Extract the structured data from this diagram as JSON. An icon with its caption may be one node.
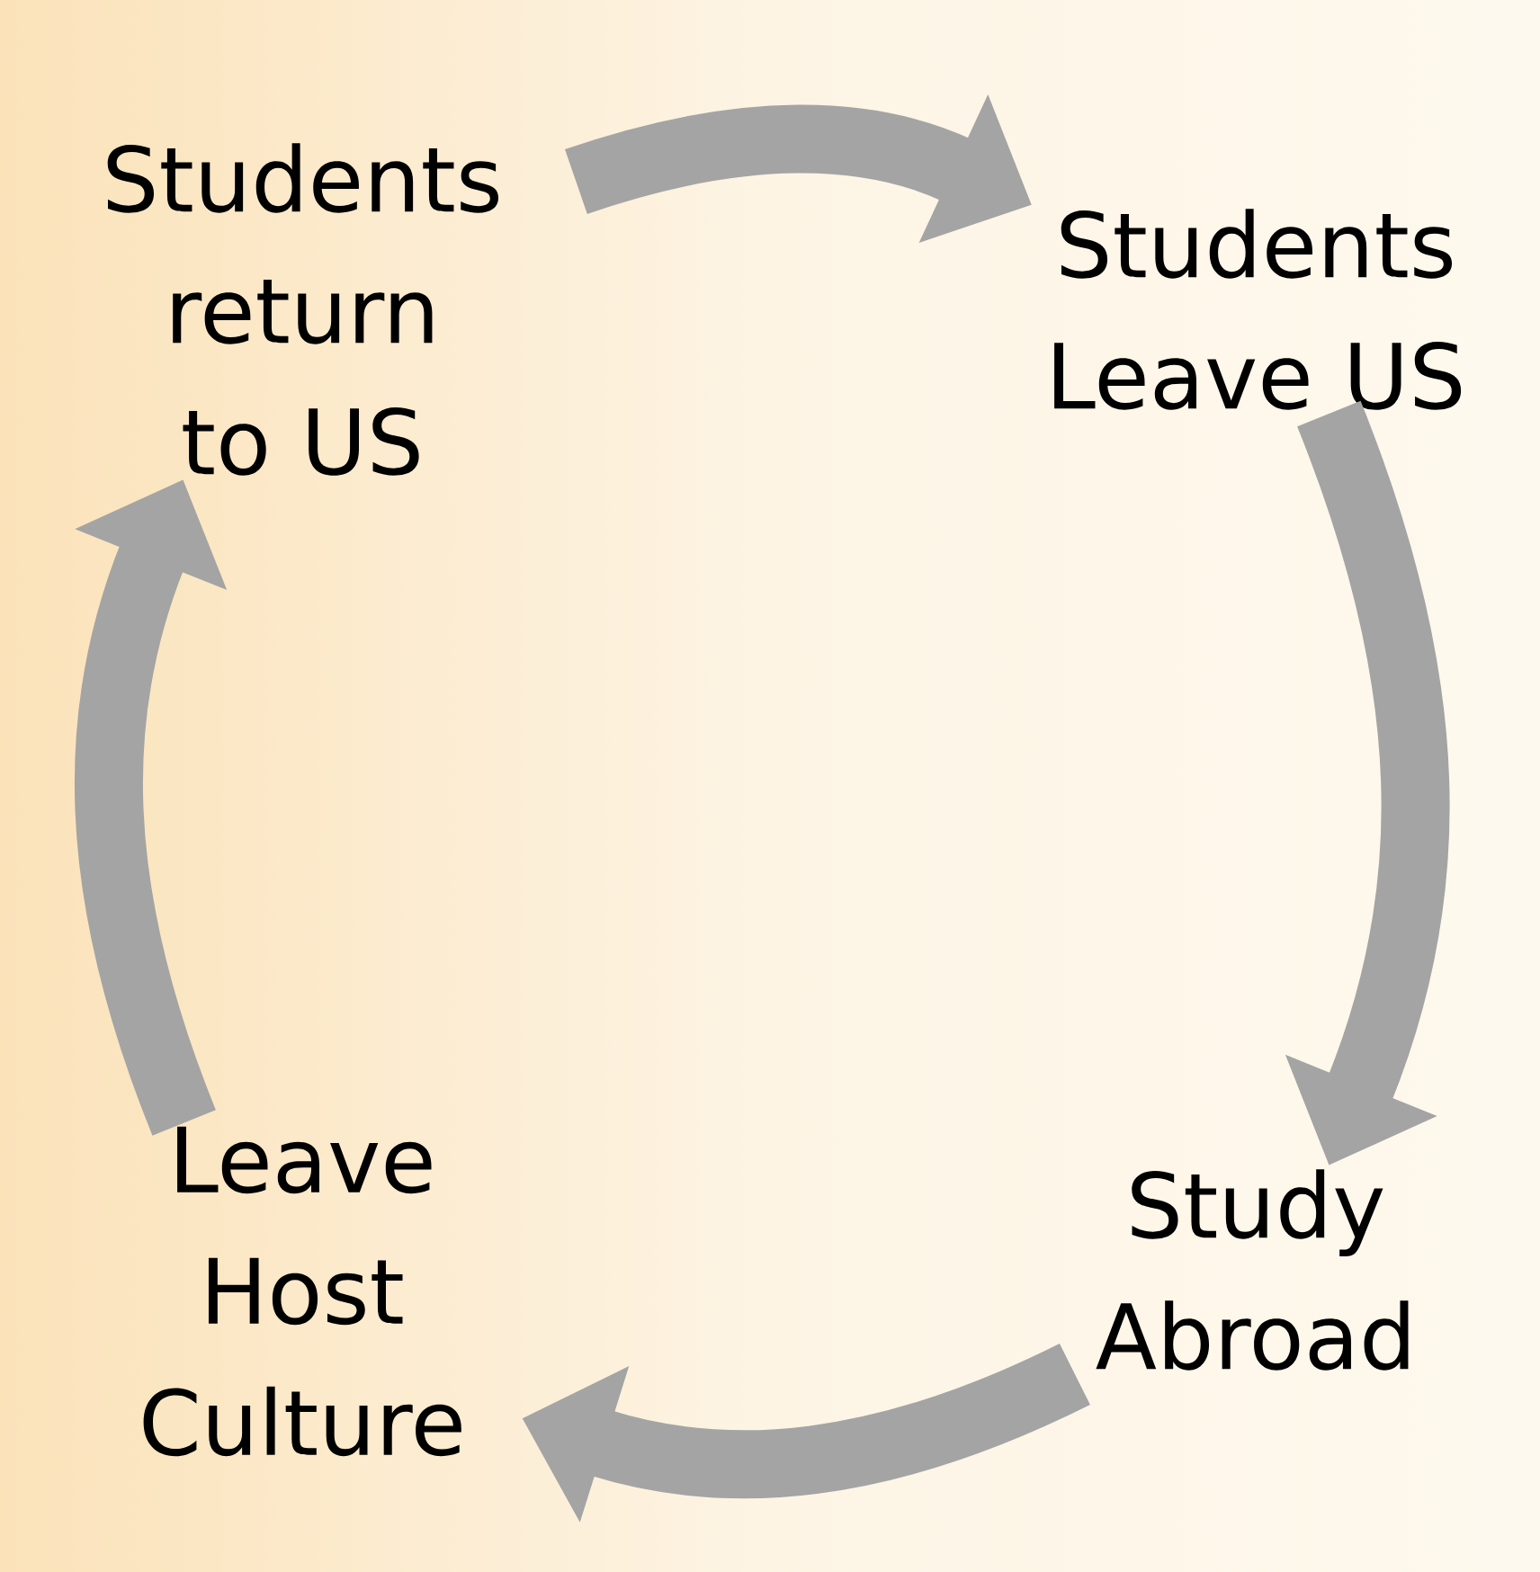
{
  "diagram": {
    "nodes": [
      {
        "text": [
          "Students return to US"
        ]
      },
      {
        "text": [
          "Students Leave US"
        ]
      },
      {
        "text": [
          "Leave Host Culture"
        ]
      },
      {
        "text": [
          "Study Abroad"
        ]
      }
    ],
    "edges": [
      {
        "from": 0,
        "to": 1,
        "arrow": "to"
      },
      {
        "from": 1,
        "to": 3,
        "arrow": "to"
      },
      {
        "from": 3,
        "to": 2,
        "arrow": "to"
      },
      {
        "from": 2,
        "to": 0,
        "arrow": "to"
      }
    ]
  }
}
